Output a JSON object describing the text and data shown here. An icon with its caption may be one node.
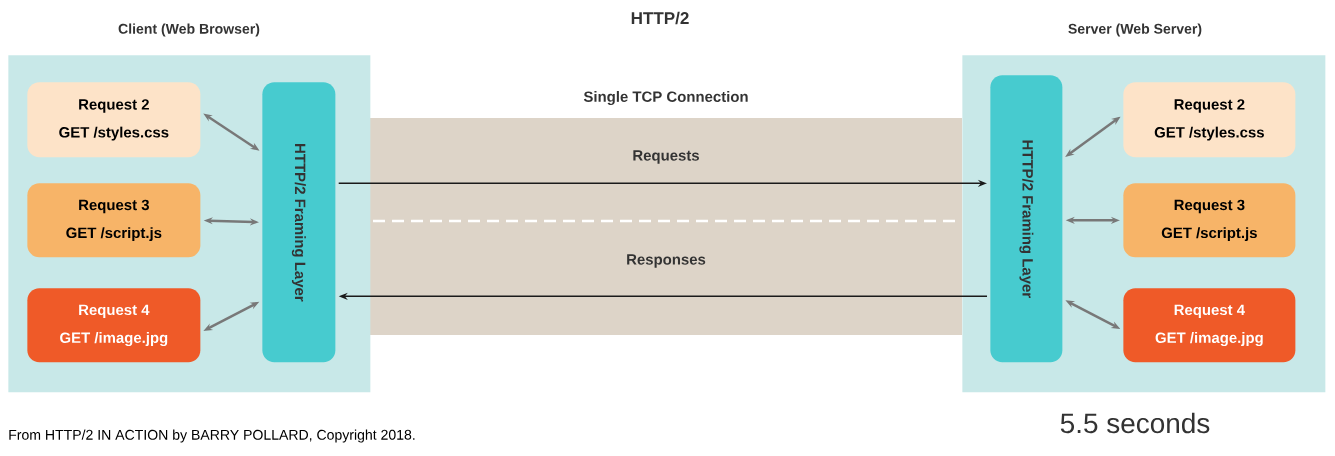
{
  "diagram": {
    "title": "HTTP/2",
    "caption": "From HTTP/2 IN ACTION by BARRY POLLARD, Copyright 2018.",
    "nodes": [
      {
        "text": [
          "Client (Web Browser)"
        ]
      },
      {
        "text": [
          "Request 2",
          "GET /styles.css"
        ],
        "in": 0
      },
      {
        "text": [
          "Request 3",
          "GET /script.js"
        ],
        "in": 0
      },
      {
        "text": [
          "Request 4",
          "GET /image.jpg"
        ],
        "in": 0
      },
      {
        "text": [
          "HTTP/2 Framing Layer"
        ],
        "in": 0
      },
      {
        "text": [
          "Server (Web Server)"
        ]
      },
      {
        "text": [
          "HTTP/2 Framing Layer"
        ],
        "in": 5
      },
      {
        "text": [
          "Request 2",
          "GET /styles.css"
        ],
        "in": 5
      },
      {
        "text": [
          "Request 3",
          "GET /script.js"
        ],
        "in": 5
      },
      {
        "text": [
          "Request 4",
          "GET /image.jpg"
        ],
        "in": 5
      }
    ],
    "edges": [
      {
        "from": 1,
        "to": 4,
        "arrow": "both"
      },
      {
        "from": 2,
        "to": 4,
        "arrow": "both"
      },
      {
        "from": 3,
        "to": 4,
        "arrow": "both"
      },
      {
        "from": 4,
        "to": 6,
        "arrow": "to",
        "label": "Requests",
        "color": "#1a1a1a"
      },
      {
        "from": 6,
        "to": 4,
        "arrow": "to",
        "label": "Responses",
        "color": "#1a1a1a"
      },
      {
        "from": 6,
        "to": 7,
        "arrow": "both"
      },
      {
        "from": 6,
        "to": 8,
        "arrow": "both"
      },
      {
        "from": 6,
        "to": 9,
        "arrow": "both"
      }
    ],
    "labels": [
      "Single TCP Connection",
      "5.5 seconds"
    ]
  }
}
